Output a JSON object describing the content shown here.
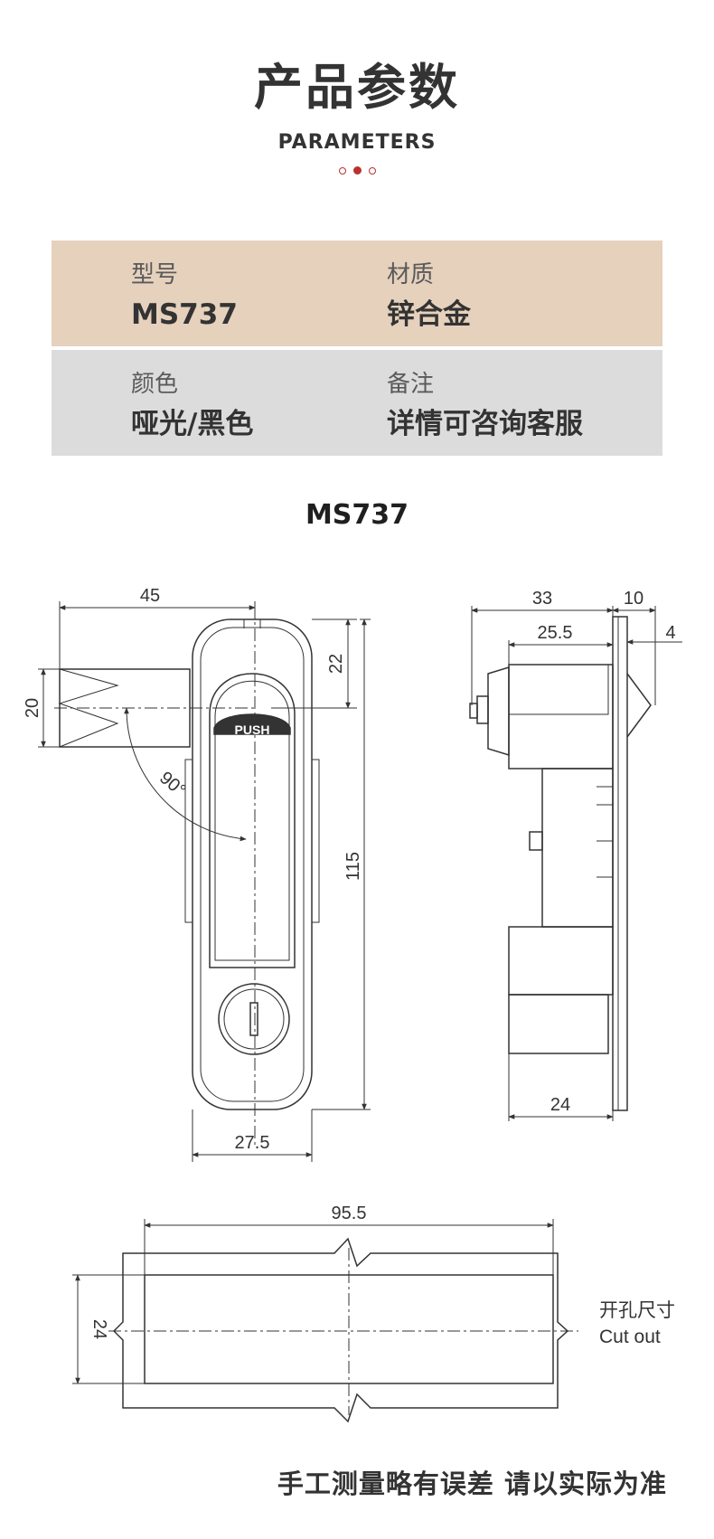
{
  "header": {
    "title_cn": "产品参数",
    "title_en": "PARAMETERS"
  },
  "params": {
    "model_label": "型号",
    "model_value": "MS737",
    "material_label": "材质",
    "material_value": "锌合金",
    "color_label": "颜色",
    "color_value": "哑光/黑色",
    "remark_label": "备注",
    "remark_value": "详情可咨询客服"
  },
  "drawing": {
    "title": "MS737",
    "front": {
      "dim_width_top": "45",
      "dim_22": "22",
      "dim_20": "20",
      "dim_115": "115",
      "dim_27_5": "27.5",
      "angle": "90°",
      "push_label": "PUSH"
    },
    "side": {
      "dim_33": "33",
      "dim_10": "10",
      "dim_25_5": "25.5",
      "dim_4": "4",
      "dim_24": "24"
    },
    "cutout": {
      "dim_95_5": "95.5",
      "dim_24": "24",
      "label_cn": "开孔尺寸",
      "label_en": "Cut out"
    }
  },
  "footer": {
    "note": "手工测量略有误差 请以实际为准"
  },
  "colors": {
    "accent": "#b8322f",
    "row1_bg": "#e6d1bd",
    "row2_bg": "#dcdcdc",
    "line": "#333333"
  }
}
